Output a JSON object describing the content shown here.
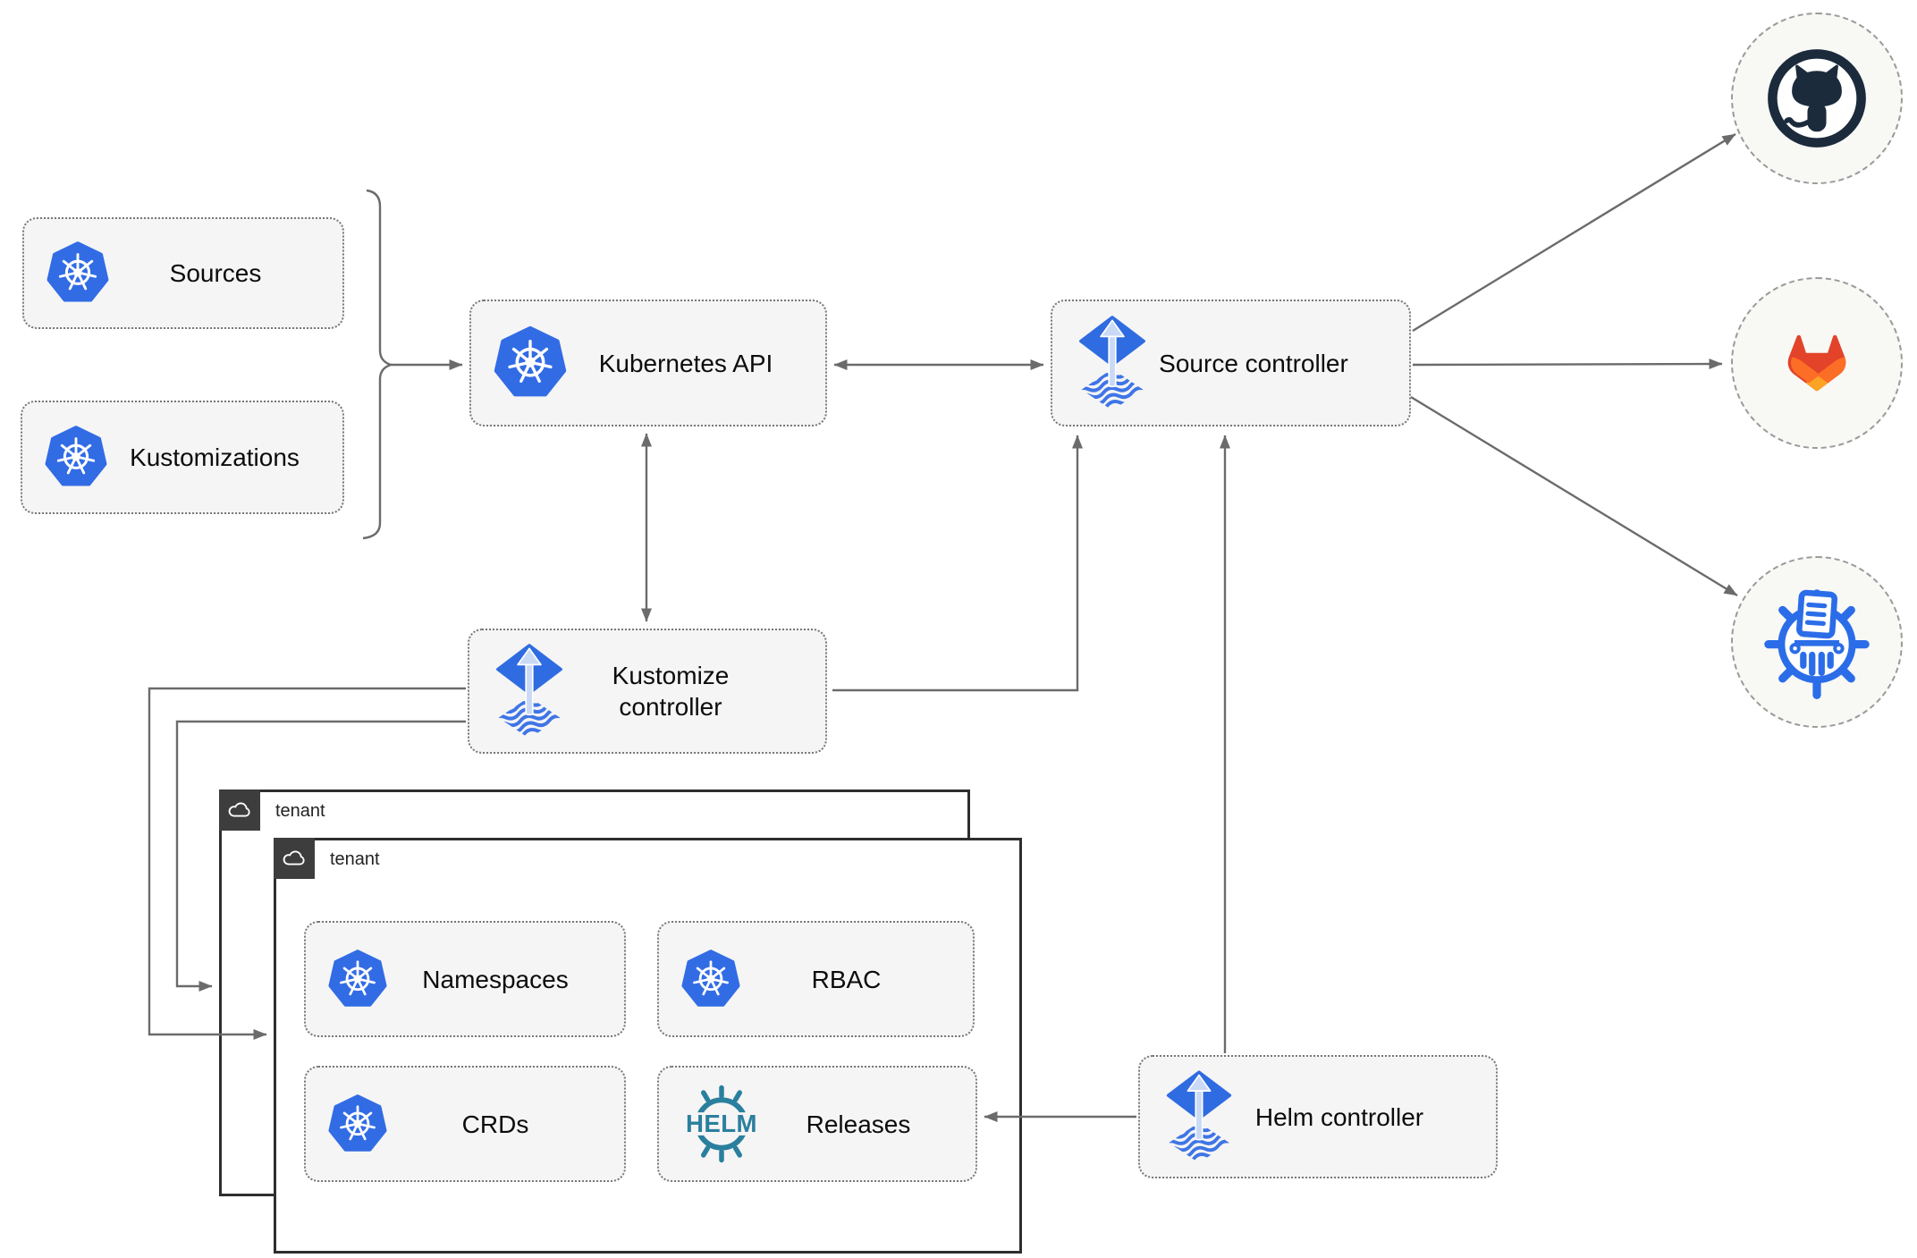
{
  "diagram": {
    "description": "Flux GitOps architecture diagram",
    "nodes": {
      "sources": {
        "label": "Sources",
        "icon": "kubernetes-icon"
      },
      "kustomizations": {
        "label": "Kustomizations",
        "icon": "kubernetes-icon"
      },
      "kubernetes_api": {
        "label": "Kubernetes API",
        "icon": "kubernetes-icon"
      },
      "source_controller": {
        "label": "Source controller",
        "icon": "flux-icon"
      },
      "kustomize_controller": {
        "label": "Kustomize controller",
        "icon": "flux-icon"
      },
      "helm_controller": {
        "label": "Helm controller",
        "icon": "flux-icon"
      },
      "namespaces": {
        "label": "Namespaces",
        "icon": "kubernetes-icon"
      },
      "rbac": {
        "label": "RBAC",
        "icon": "kubernetes-icon"
      },
      "crds": {
        "label": "CRDs",
        "icon": "kubernetes-icon"
      },
      "releases": {
        "label": "Releases",
        "icon": "helm-icon",
        "icon_text": "HELM"
      }
    },
    "tenants": {
      "back": {
        "label": "tenant",
        "icon": "cloud-icon"
      },
      "front": {
        "label": "tenant",
        "icon": "cloud-icon"
      }
    },
    "externals": {
      "github": {
        "icon": "github-octocat-icon"
      },
      "gitlab": {
        "icon": "gitlab-tanuki-icon"
      },
      "registry": {
        "icon": "registry-wheel-icon"
      }
    },
    "edges": [
      {
        "from": "sources+kustomizations (brace)",
        "to": "kubernetes_api",
        "arrow": "single"
      },
      {
        "from": "kubernetes_api",
        "to": "source_controller",
        "arrow": "double"
      },
      {
        "from": "kubernetes_api",
        "to": "kustomize_controller",
        "arrow": "double"
      },
      {
        "from": "kustomize_controller",
        "to": "source_controller",
        "arrow": "single"
      },
      {
        "from": "helm_controller",
        "to": "source_controller",
        "arrow": "single"
      },
      {
        "from": "helm_controller",
        "to": "releases",
        "arrow": "single"
      },
      {
        "from": "kustomize_controller",
        "to": "tenant_front",
        "arrow": "single"
      },
      {
        "from": "kustomize_controller",
        "to": "tenant_back",
        "arrow": "single"
      },
      {
        "from": "source_controller",
        "to": "github",
        "arrow": "single"
      },
      {
        "from": "source_controller",
        "to": "gitlab",
        "arrow": "single"
      },
      {
        "from": "source_controller",
        "to": "registry",
        "arrow": "single"
      }
    ],
    "colors": {
      "kubernetes_blue": "#326CE5",
      "flux_blue": "#2f6ce1",
      "flux_arrow_light": "#c9d9f6",
      "helm_teal": "#2b7f9e",
      "github_dark": "#1b2b3c",
      "gitlab_red_orange": "#e24329",
      "gitlab_orange": "#fc6d26",
      "gitlab_yellow_orange": "#fca326",
      "registry_blue": "#2b6de8",
      "edge_gray": "#6b6b6b",
      "node_fill": "#f5f5f5",
      "tenant_tab": "#3d3d3d"
    }
  }
}
